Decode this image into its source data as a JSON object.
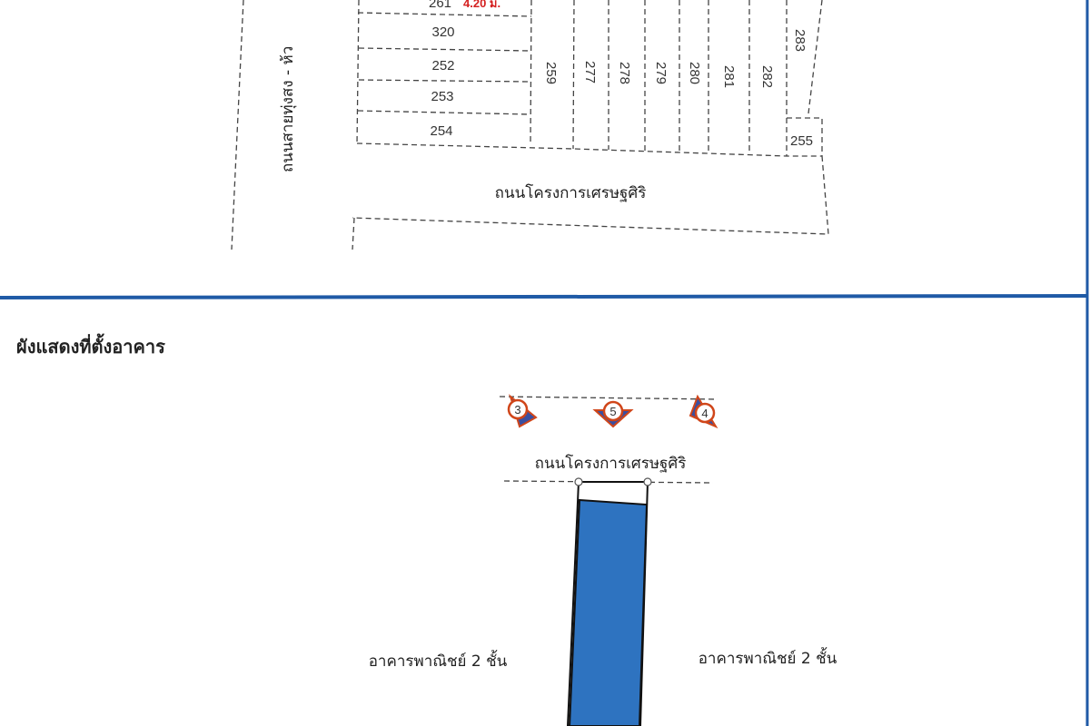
{
  "top_map": {
    "side_road_label": "ถนนสายทุ่งสง - ห้ว",
    "main_road_label": "ถนนโครงการเศรษฐศิริ",
    "partial_lot": "261",
    "partial_dimension": "4.20 ม.",
    "row_lots": [
      "320",
      "252",
      "253",
      "254"
    ],
    "column_lots": [
      "259",
      "277",
      "278",
      "279",
      "280",
      "281",
      "282",
      "283"
    ],
    "corner_lot": "255"
  },
  "bottom_plan": {
    "title": "ผังแสดงที่ตั้งอาคาร",
    "road_label": "ถนนโครงการเศรษฐศิริ",
    "view_markers": [
      "3",
      "5",
      "4"
    ],
    "left_building_label": "อาคารพาณิชย์ 2 ชั้น",
    "right_building_label": "อาคารพาณิชย์ 2 ชั้น"
  },
  "colors": {
    "frame": "#1f5aa6",
    "building_fill": "#2e73c0",
    "marker": "#d0461a",
    "dimension": "#d42020"
  }
}
